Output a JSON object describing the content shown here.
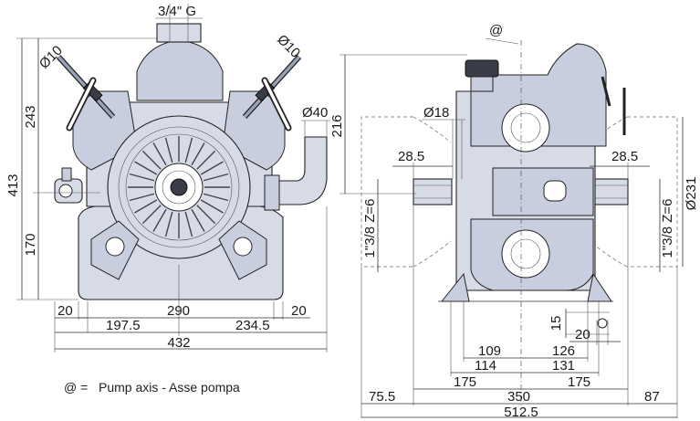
{
  "left_view": {
    "top_thread": "3/4\" G",
    "dia_left": "Ø10",
    "dia_right": "Ø10",
    "dia_outlet": "Ø40",
    "height_total": "413",
    "height_upper": "243",
    "height_lower": "170",
    "foot_left": "20",
    "base_width": "290",
    "foot_right": "20",
    "left_offset": "197.5",
    "right_offset": "234.5",
    "overall_width": "432"
  },
  "right_view": {
    "axis_mark": "@",
    "height_axis": "216",
    "dia_inlet": "Ø18",
    "shaft_left": "28.5",
    "shaft_right": "28.5",
    "shaft_spec_left": "1\"3/8 Z=6",
    "shaft_spec_right": "1\"3/8 Z=6",
    "dia_flange": "Ø231",
    "hole_h": "15",
    "hole_w": "20",
    "d109": "109",
    "d126": "126",
    "d114": "114",
    "d131": "131",
    "d175_left": "175",
    "d175_right": "175",
    "d75_5": "75.5",
    "d350": "350",
    "d87": "87",
    "d512_5": "512.5"
  },
  "legend": {
    "symbol": "@ =",
    "text": "Pump axis - Asse pompa"
  }
}
